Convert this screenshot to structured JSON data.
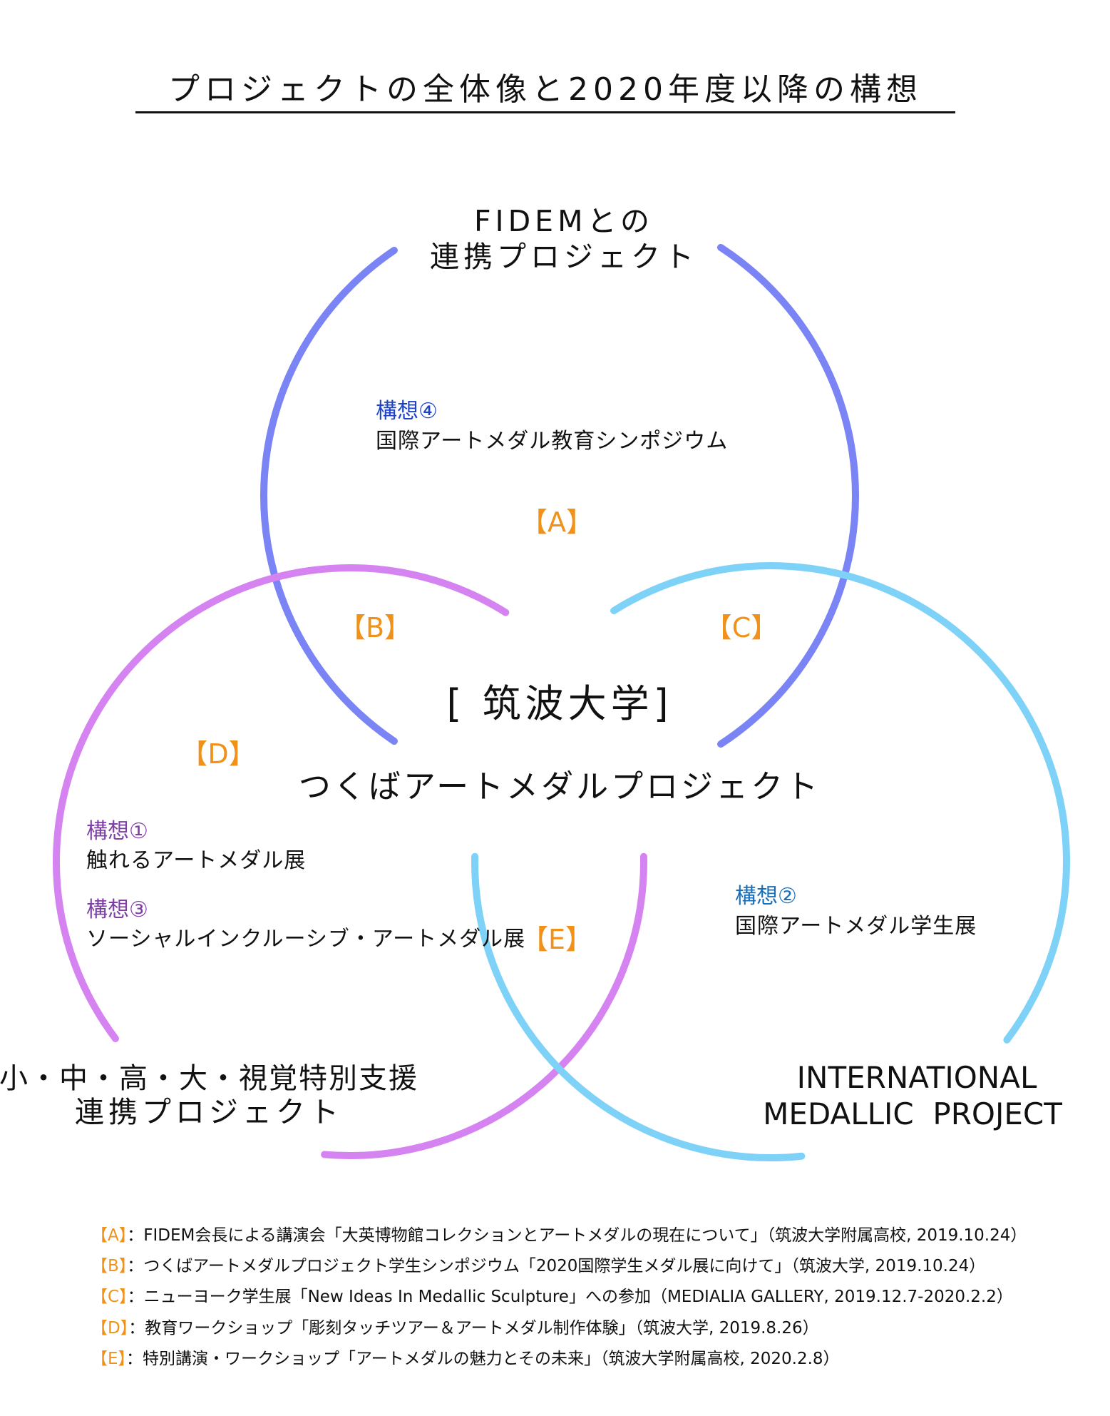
{
  "title": "プロジェクトの全体像と2020年度以降の構想",
  "colors": {
    "top_circle": "#7b84f4",
    "left_circle": "#d683f2",
    "right_circle": "#7fd2f7",
    "accent": "#f0921a"
  },
  "circles": {
    "top": {
      "line1": "FIDEMとの",
      "line2": "連携プロジェクト"
    },
    "left": {
      "line1": "小・中・高・大・視覚特別支援",
      "line2": "連携プロジェクト"
    },
    "right": {
      "line1": "INTERNATIONAL",
      "line2": "MEDALLIC  PROJECT"
    }
  },
  "center": {
    "title": "[ 筑波大学]",
    "subtitle": "つくばアートメダルプロジェクト"
  },
  "regions": {
    "A": "【A】",
    "B": "【B】",
    "C": "【C】",
    "D": "【D】",
    "E": "【E】"
  },
  "plans": {
    "p4": {
      "label": "構想④",
      "text": "国際アートメダル教育シンポジウム"
    },
    "p1": {
      "label": "構想①",
      "text": "触れるアートメダル展"
    },
    "p3": {
      "label": "構想③",
      "text": "ソーシャルインクルーシブ・アートメダル展"
    },
    "p2": {
      "label": "構想②",
      "text": "国際アートメダル学生展"
    }
  },
  "footnotes": [
    {
      "label": "【A】",
      "text": "：FIDEM会長による講演会「大英博物館コレクションとアートメダルの現在について」（筑波大学附属高校, 2019.10.24）"
    },
    {
      "label": "【B】",
      "text": "：つくばアートメダルプロジェクト学生シンポジウム「2020国際学生メダル展に向けて」（筑波大学, 2019.10.24）"
    },
    {
      "label": "【C】",
      "text": "：ニューヨーク学生展「New Ideas In Medallic Sculpture」への参加（MEDIALIA GALLERY, 2019.12.7-2020.2.2）"
    },
    {
      "label": "【D】",
      "text": "：教育ワークショップ「彫刻タッチツアー＆アートメダル制作体験」（筑波大学, 2019.8.26）"
    },
    {
      "label": "【E】",
      "text": "：特別講演・ワークショップ「アートメダルの魅力とその未来」（筑波大学附属高校, 2020.2.8）"
    }
  ]
}
